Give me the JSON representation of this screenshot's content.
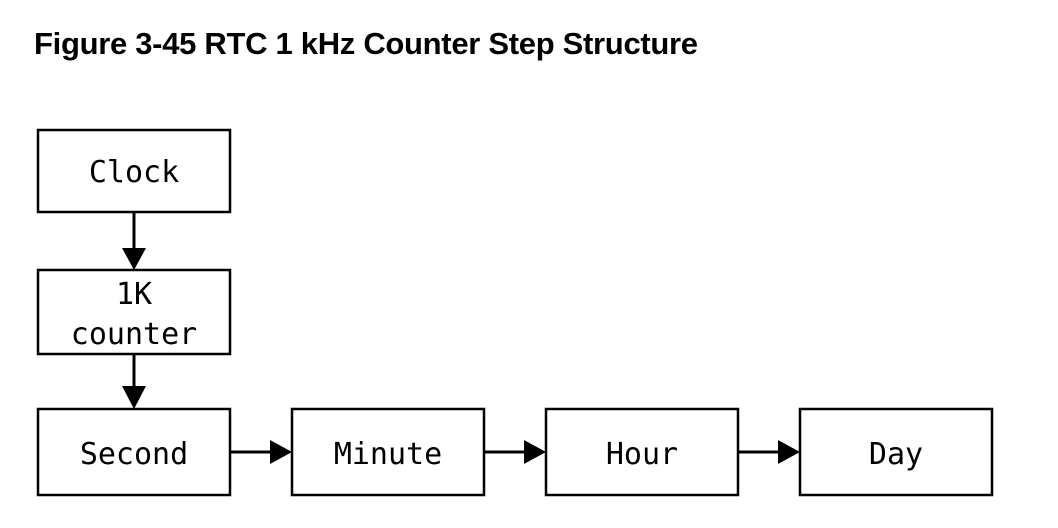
{
  "title": "Figure 3-45 RTC 1 kHz Counter Step Structure",
  "blocks": {
    "clock": "Clock",
    "counter_line1": "1K",
    "counter_line2": "counter",
    "second": "Second",
    "minute": "Minute",
    "hour": "Hour",
    "day": "Day"
  }
}
